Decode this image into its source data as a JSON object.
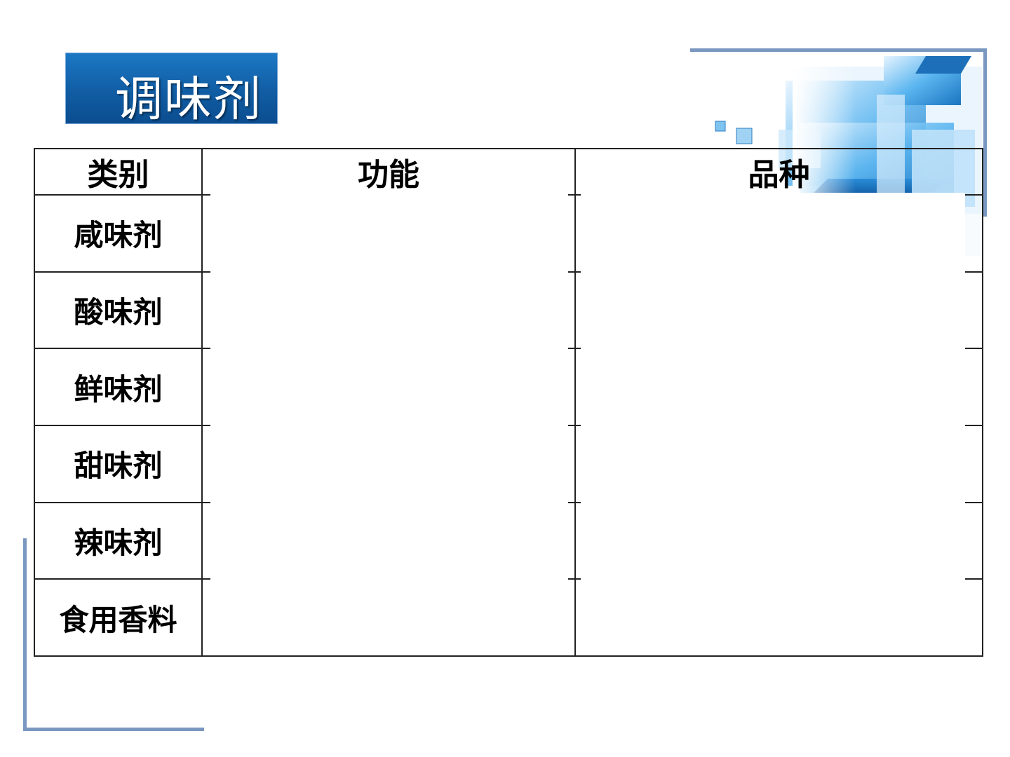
{
  "title": "调味剂",
  "table": {
    "headers": [
      "类别",
      "功能",
      "品种"
    ],
    "rows": [
      {
        "category": "咸味剂"
      },
      {
        "category": "酸味剂"
      },
      {
        "category": "鲜味剂"
      },
      {
        "category": "甜味剂"
      },
      {
        "category": "辣味剂"
      },
      {
        "category": "食用香料"
      }
    ]
  },
  "colors": {
    "title_bg": "#115da4",
    "frame": "#7a97c0",
    "deco_blue": "#1e88d6"
  }
}
